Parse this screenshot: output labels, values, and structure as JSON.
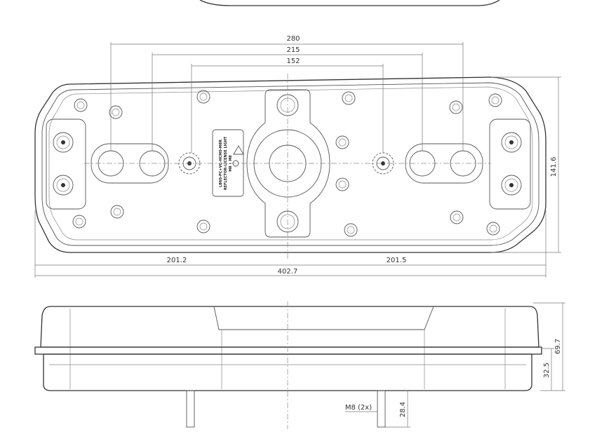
{
  "dimensions": {
    "width_280": "280",
    "width_215": "215",
    "width_152": "152",
    "height_141_6": "141.6",
    "left_201_2": "201.2",
    "right_201_5": "201.5",
    "total_402_7": "402.7",
    "height_69_7": "69.7",
    "height_32_5": "32.5",
    "stud_28_4": "28.4",
    "thread_m8": "M8 (2x)"
  },
  "label_plate": {
    "line1": "LB60-PC+VC-HCM0-M8R",
    "line2": "REFLECTOR-LICENSE LIGHT",
    "line3": "M8 • M8"
  }
}
